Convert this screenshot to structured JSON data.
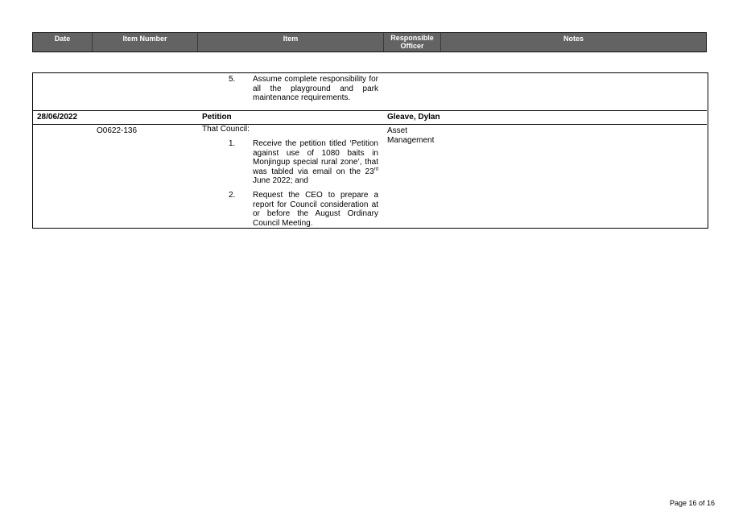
{
  "header": {
    "date": "Date",
    "item_number": "Item Number",
    "item": "Item",
    "responsible_officer": "Responsible Officer",
    "notes": "Notes"
  },
  "continued_row": {
    "number": "5.",
    "text": "Assume complete responsibility for all the playground and park maintenance requirements."
  },
  "record": {
    "date": "28/06/2022",
    "title": "Petition",
    "officer": "Gleave, Dylan",
    "item_number": "O0622-136",
    "intro": "That Council:",
    "department": "Asset Management",
    "steps": [
      {
        "number": "1.",
        "text_before": "Receive the petition titled ‘Petition against use of 1080 baits in Monjingup special rural zone’, that was tabled via email on the 23",
        "sup": "rd",
        "text_after": " June 2022; and"
      },
      {
        "number": "2.",
        "text": "Request the CEO to prepare a report for Council consideration at or before the August Ordinary Council Meeting."
      }
    ]
  },
  "footer": {
    "page": "Page 16 of 16"
  }
}
